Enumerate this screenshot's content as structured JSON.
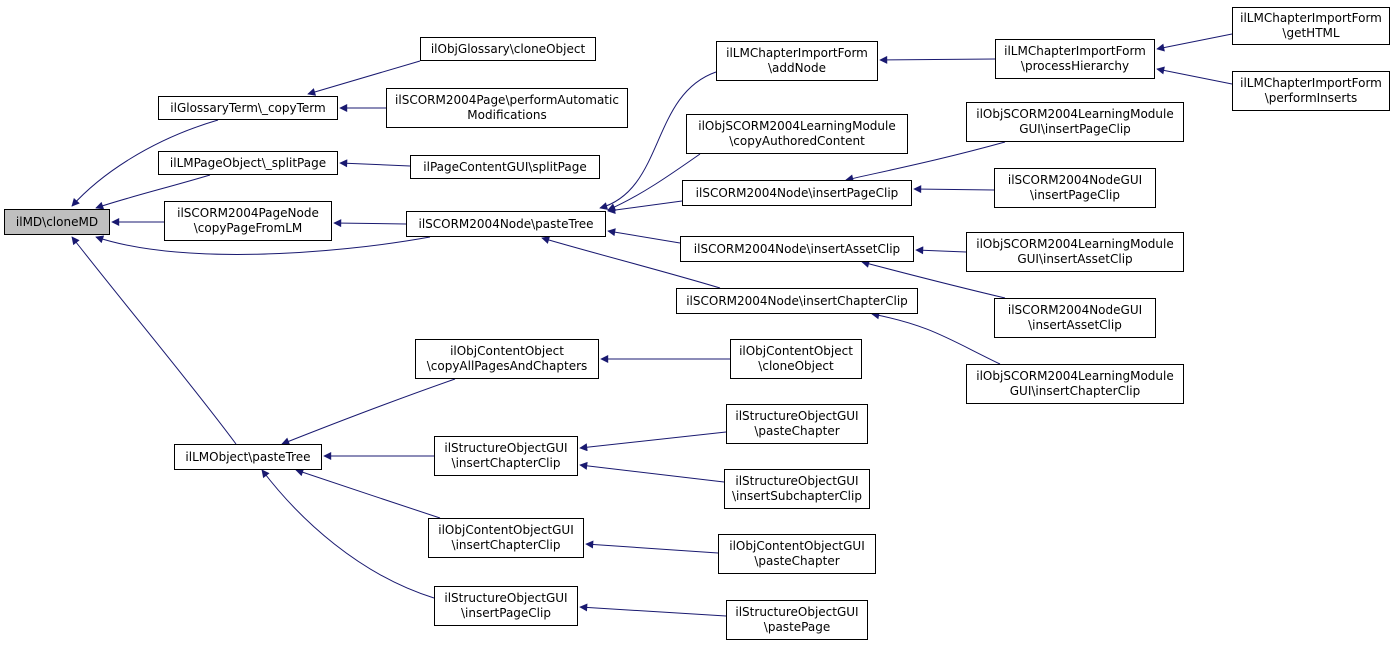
{
  "colors": {
    "edge": "#191970",
    "root_fill": "#bfbfbf",
    "node_fill": "#ffffff",
    "border": "#000000"
  },
  "nodes": {
    "root": {
      "lines": [
        "ilMD\\cloneMD"
      ],
      "root": true
    },
    "glossary_copy_term": {
      "lines": [
        "ilGlossaryTerm\\_copyTerm"
      ]
    },
    "lm_page_split": {
      "lines": [
        "ilLMPageObject\\_splitPage"
      ]
    },
    "scorm_page_node_copy": {
      "lines": [
        "ilSCORM2004PageNode",
        "\\copyPageFromLM"
      ]
    },
    "scorm_node_paste_tree": {
      "lines": [
        "ilSCORM2004Node\\pasteTree"
      ]
    },
    "lm_object_paste_tree": {
      "lines": [
        "ilLMObject\\pasteTree"
      ]
    },
    "obj_glossary_clone": {
      "lines": [
        "ilObjGlossary\\cloneObject"
      ]
    },
    "scorm_page_perform": {
      "lines": [
        "ilSCORM2004Page\\performAutomatic",
        "Modifications"
      ]
    },
    "page_content_split": {
      "lines": [
        "ilPageContentGUI\\splitPage"
      ]
    },
    "chapter_import_add_node": {
      "lines": [
        "ilLMChapterImportForm",
        "\\addNode"
      ]
    },
    "chapter_import_process": {
      "lines": [
        "ilLMChapterImportForm",
        "\\processHierarchy"
      ]
    },
    "chapter_import_gethtml": {
      "lines": [
        "ilLMChapterImportForm",
        "\\getHTML"
      ]
    },
    "chapter_import_perform": {
      "lines": [
        "ilLMChapterImportForm",
        "\\performInserts"
      ]
    },
    "scorm_lm_copy_authored": {
      "lines": [
        "ilObjSCORM2004LearningModule",
        "\\copyAuthoredContent"
      ]
    },
    "scorm_node_insert_page": {
      "lines": [
        "ilSCORM2004Node\\insertPageClip"
      ]
    },
    "scorm_lm_gui_insert_page": {
      "lines": [
        "ilObjSCORM2004LearningModule",
        "GUI\\insertPageClip"
      ]
    },
    "scorm_node_gui_insert_page": {
      "lines": [
        "ilSCORM2004NodeGUI",
        "\\insertPageClip"
      ]
    },
    "scorm_node_insert_asset": {
      "lines": [
        "ilSCORM2004Node\\insertAssetClip"
      ]
    },
    "scorm_lm_gui_insert_asset": {
      "lines": [
        "ilObjSCORM2004LearningModule",
        "GUI\\insertAssetClip"
      ]
    },
    "scorm_node_gui_insert_asset": {
      "lines": [
        "ilSCORM2004NodeGUI",
        "\\insertAssetClip"
      ]
    },
    "scorm_node_insert_chapter": {
      "lines": [
        "ilSCORM2004Node\\insertChapterClip"
      ]
    },
    "scorm_lm_gui_insert_chapter": {
      "lines": [
        "ilObjSCORM2004LearningModule",
        "GUI\\insertChapterClip"
      ]
    },
    "content_obj_copy_all": {
      "lines": [
        "ilObjContentObject",
        "\\copyAllPagesAndChapters"
      ]
    },
    "content_obj_clone": {
      "lines": [
        "ilObjContentObject",
        "\\cloneObject"
      ]
    },
    "struct_gui_insert_chapter": {
      "lines": [
        "ilStructureObjectGUI",
        "\\insertChapterClip"
      ]
    },
    "struct_gui_paste_chapter": {
      "lines": [
        "ilStructureObjectGUI",
        "\\pasteChapter"
      ]
    },
    "struct_gui_insert_subchapter": {
      "lines": [
        "ilStructureObjectGUI",
        "\\insertSubchapterClip"
      ]
    },
    "content_gui_insert_chapter": {
      "lines": [
        "ilObjContentObjectGUI",
        "\\insertChapterClip"
      ]
    },
    "content_gui_paste_chapter": {
      "lines": [
        "ilObjContentObjectGUI",
        "\\pasteChapter"
      ]
    },
    "struct_gui_insert_page": {
      "lines": [
        "ilStructureObjectGUI",
        "\\insertPageClip"
      ]
    },
    "struct_gui_paste_page": {
      "lines": [
        "ilStructureObjectGUI",
        "\\pastePage"
      ]
    }
  },
  "edges": [
    [
      "glossary_copy_term",
      "root"
    ],
    [
      "lm_page_split",
      "root"
    ],
    [
      "scorm_page_node_copy",
      "root"
    ],
    [
      "scorm_node_paste_tree",
      "root"
    ],
    [
      "lm_object_paste_tree",
      "root"
    ],
    [
      "obj_glossary_clone",
      "glossary_copy_term"
    ],
    [
      "scorm_page_perform",
      "glossary_copy_term"
    ],
    [
      "page_content_split",
      "lm_page_split"
    ],
    [
      "scorm_node_paste_tree",
      "scorm_page_node_copy"
    ],
    [
      "chapter_import_add_node",
      "scorm_node_paste_tree"
    ],
    [
      "scorm_lm_copy_authored",
      "scorm_node_paste_tree"
    ],
    [
      "scorm_node_insert_page",
      "scorm_node_paste_tree"
    ],
    [
      "scorm_node_insert_asset",
      "scorm_node_paste_tree"
    ],
    [
      "scorm_node_insert_chapter",
      "scorm_node_paste_tree"
    ],
    [
      "chapter_import_process",
      "chapter_import_add_node"
    ],
    [
      "chapter_import_gethtml",
      "chapter_import_process"
    ],
    [
      "chapter_import_perform",
      "chapter_import_process"
    ],
    [
      "scorm_lm_gui_insert_page",
      "scorm_node_insert_page"
    ],
    [
      "scorm_node_gui_insert_page",
      "scorm_node_insert_page"
    ],
    [
      "scorm_lm_gui_insert_asset",
      "scorm_node_insert_asset"
    ],
    [
      "scorm_node_gui_insert_asset",
      "scorm_node_insert_asset"
    ],
    [
      "scorm_lm_gui_insert_chapter",
      "scorm_node_insert_chapter"
    ],
    [
      "content_obj_copy_all",
      "lm_object_paste_tree"
    ],
    [
      "struct_gui_insert_chapter",
      "lm_object_paste_tree"
    ],
    [
      "content_gui_insert_chapter",
      "lm_object_paste_tree"
    ],
    [
      "struct_gui_insert_page",
      "lm_object_paste_tree"
    ],
    [
      "content_obj_clone",
      "content_obj_copy_all"
    ],
    [
      "struct_gui_paste_chapter",
      "struct_gui_insert_chapter"
    ],
    [
      "struct_gui_insert_subchapter",
      "struct_gui_insert_chapter"
    ],
    [
      "content_gui_paste_chapter",
      "content_gui_insert_chapter"
    ],
    [
      "struct_gui_paste_page",
      "struct_gui_insert_page"
    ]
  ]
}
